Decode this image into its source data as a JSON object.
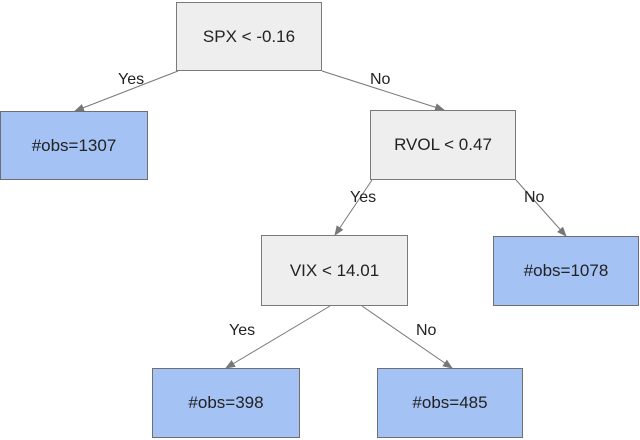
{
  "nodes": {
    "root": {
      "label": "SPX < -0.16"
    },
    "leaf_left": {
      "label": "#obs=1307"
    },
    "rvol": {
      "label": "RVOL < 0.47"
    },
    "vix": {
      "label": "VIX < 14.01"
    },
    "leaf_1078": {
      "label": "#obs=1078"
    },
    "leaf_398": {
      "label": "#obs=398"
    },
    "leaf_485": {
      "label": "#obs=485"
    }
  },
  "edge_labels": {
    "root_yes": "Yes",
    "root_no": "No",
    "rvol_yes": "Yes",
    "rvol_no": "No",
    "vix_yes": "Yes",
    "vix_no": "No"
  },
  "colors": {
    "decision_fill": "#eeeeee",
    "leaf_fill": "#a4c2f4",
    "edge_stroke": "#777777"
  }
}
